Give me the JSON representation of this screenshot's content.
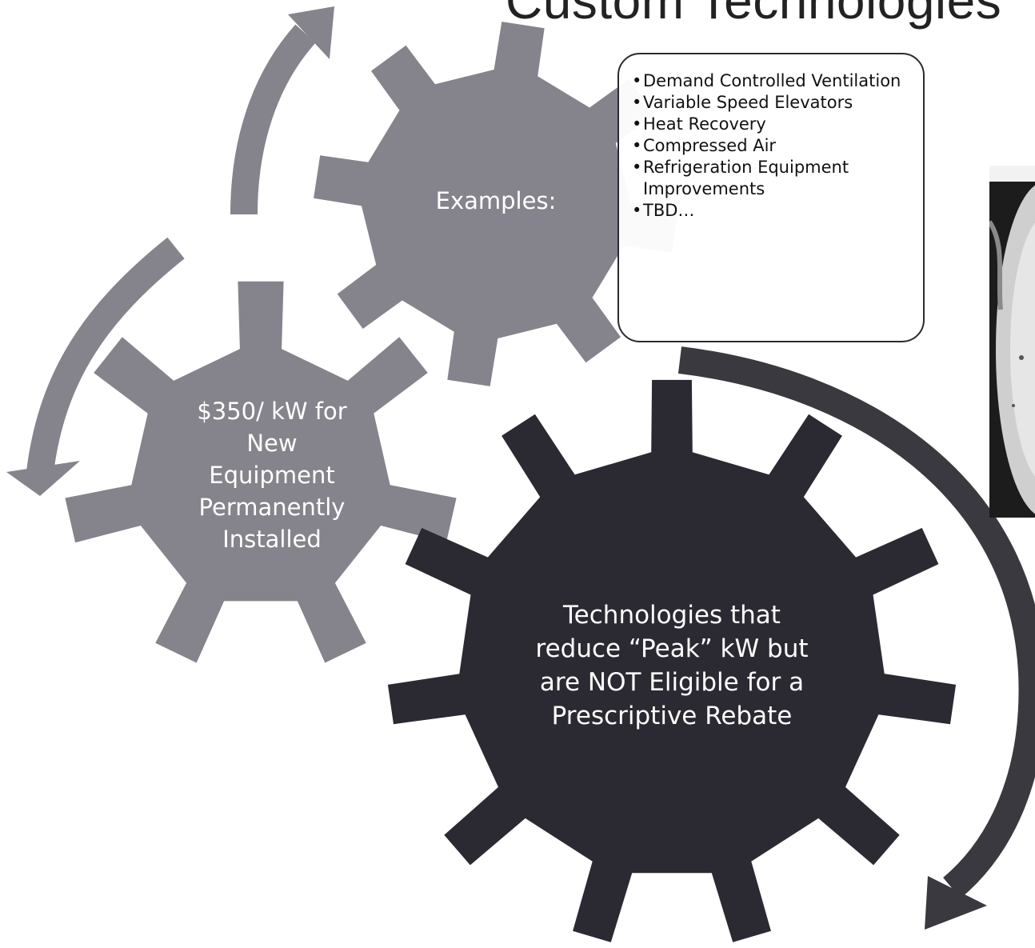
{
  "slide": {
    "title": "Custom Technologies"
  },
  "gears": {
    "examples": {
      "label": "Examples:",
      "color": "#85848c"
    },
    "rebate": {
      "label_lines": [
        "$350/ kW for",
        "New",
        "Equipment",
        "Permanently",
        "Installed"
      ],
      "color": "#85848c"
    },
    "technologies": {
      "label_lines": [
        "Technologies that",
        "reduce “Peak” kW but",
        "are NOT Eligible for a",
        "Prescriptive Rebate"
      ],
      "color": "#2b2a33"
    }
  },
  "callout": {
    "items": [
      "Demand Controlled Ventilation",
      "Variable Speed Elevators",
      "Heat Recovery",
      "Compressed Air",
      "Refrigeration Equipment Improvements",
      "TBD…"
    ]
  },
  "colors": {
    "light_gear": "#85848c",
    "dark_gear": "#2b2a33",
    "light_arrow": "#85848c",
    "dark_arrow": "#3a3940"
  }
}
